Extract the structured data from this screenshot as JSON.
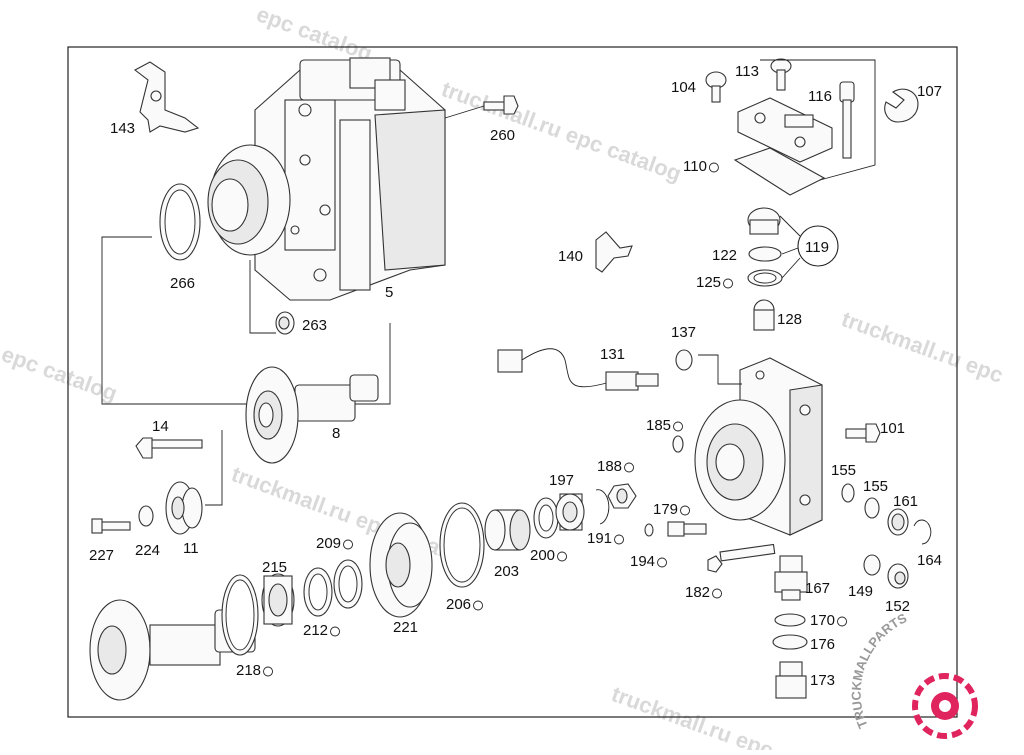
{
  "watermark": {
    "text_a": "truckmall.ru epc catalog",
    "text_b": "truckmall.ru epc",
    "text_c": "epc catalog"
  },
  "logo": {
    "text": "TRUCKMALLPARTS",
    "accent": "#e0245e"
  },
  "callouts": {
    "c5": "5",
    "c8": "8",
    "c11": "11",
    "c14": "14",
    "c101": "101",
    "c104": "104",
    "c107": "107",
    "c110": "110",
    "c113": "113",
    "c116": "116",
    "c119": "119",
    "c122": "122",
    "c125": "125",
    "c128": "128",
    "c131": "131",
    "c137": "137",
    "c140": "140",
    "c143": "143",
    "c149": "149",
    "c152": "152",
    "c155a": "155",
    "c155b": "155",
    "c161": "161",
    "c164": "164",
    "c167": "167",
    "c170": "170",
    "c173": "173",
    "c176": "176",
    "c179": "179",
    "c182": "182",
    "c185": "185",
    "c188": "188",
    "c191": "191",
    "c194": "194",
    "c197": "197",
    "c200": "200",
    "c203": "203",
    "c206": "206",
    "c209": "209",
    "c212": "212",
    "c215": "215",
    "c218": "218",
    "c221": "221",
    "c224": "224",
    "c227": "227",
    "c260": "260",
    "c263": "263",
    "c266": "266"
  }
}
